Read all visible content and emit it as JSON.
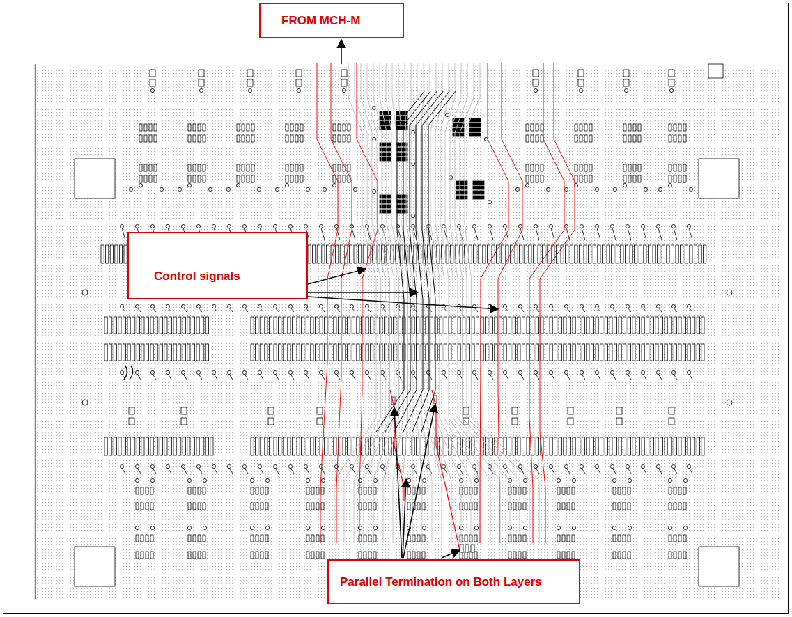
{
  "diagram": {
    "nodes": [
      {
        "text": [
          "FROM MCH-M"
        ]
      },
      {
        "text": [
          "Control signals"
        ]
      },
      {
        "text": [
          "Parallel Termination on Both Layers"
        ]
      }
    ]
  }
}
